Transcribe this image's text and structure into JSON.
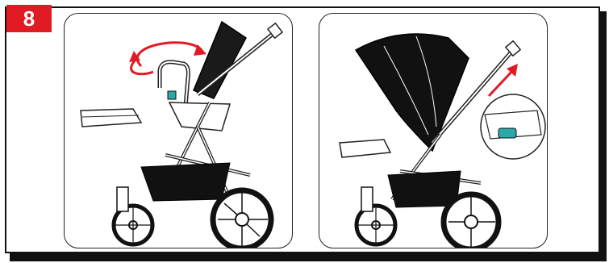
{
  "step": {
    "number": "8"
  },
  "colors": {
    "accent": "#e01b24",
    "ink": "#111111",
    "highlight": "#2aa8a8"
  },
  "panels": [
    {
      "icon": "stroller-seat-rotate-illustration"
    },
    {
      "icon": "stroller-canopy-fold-illustration"
    }
  ]
}
